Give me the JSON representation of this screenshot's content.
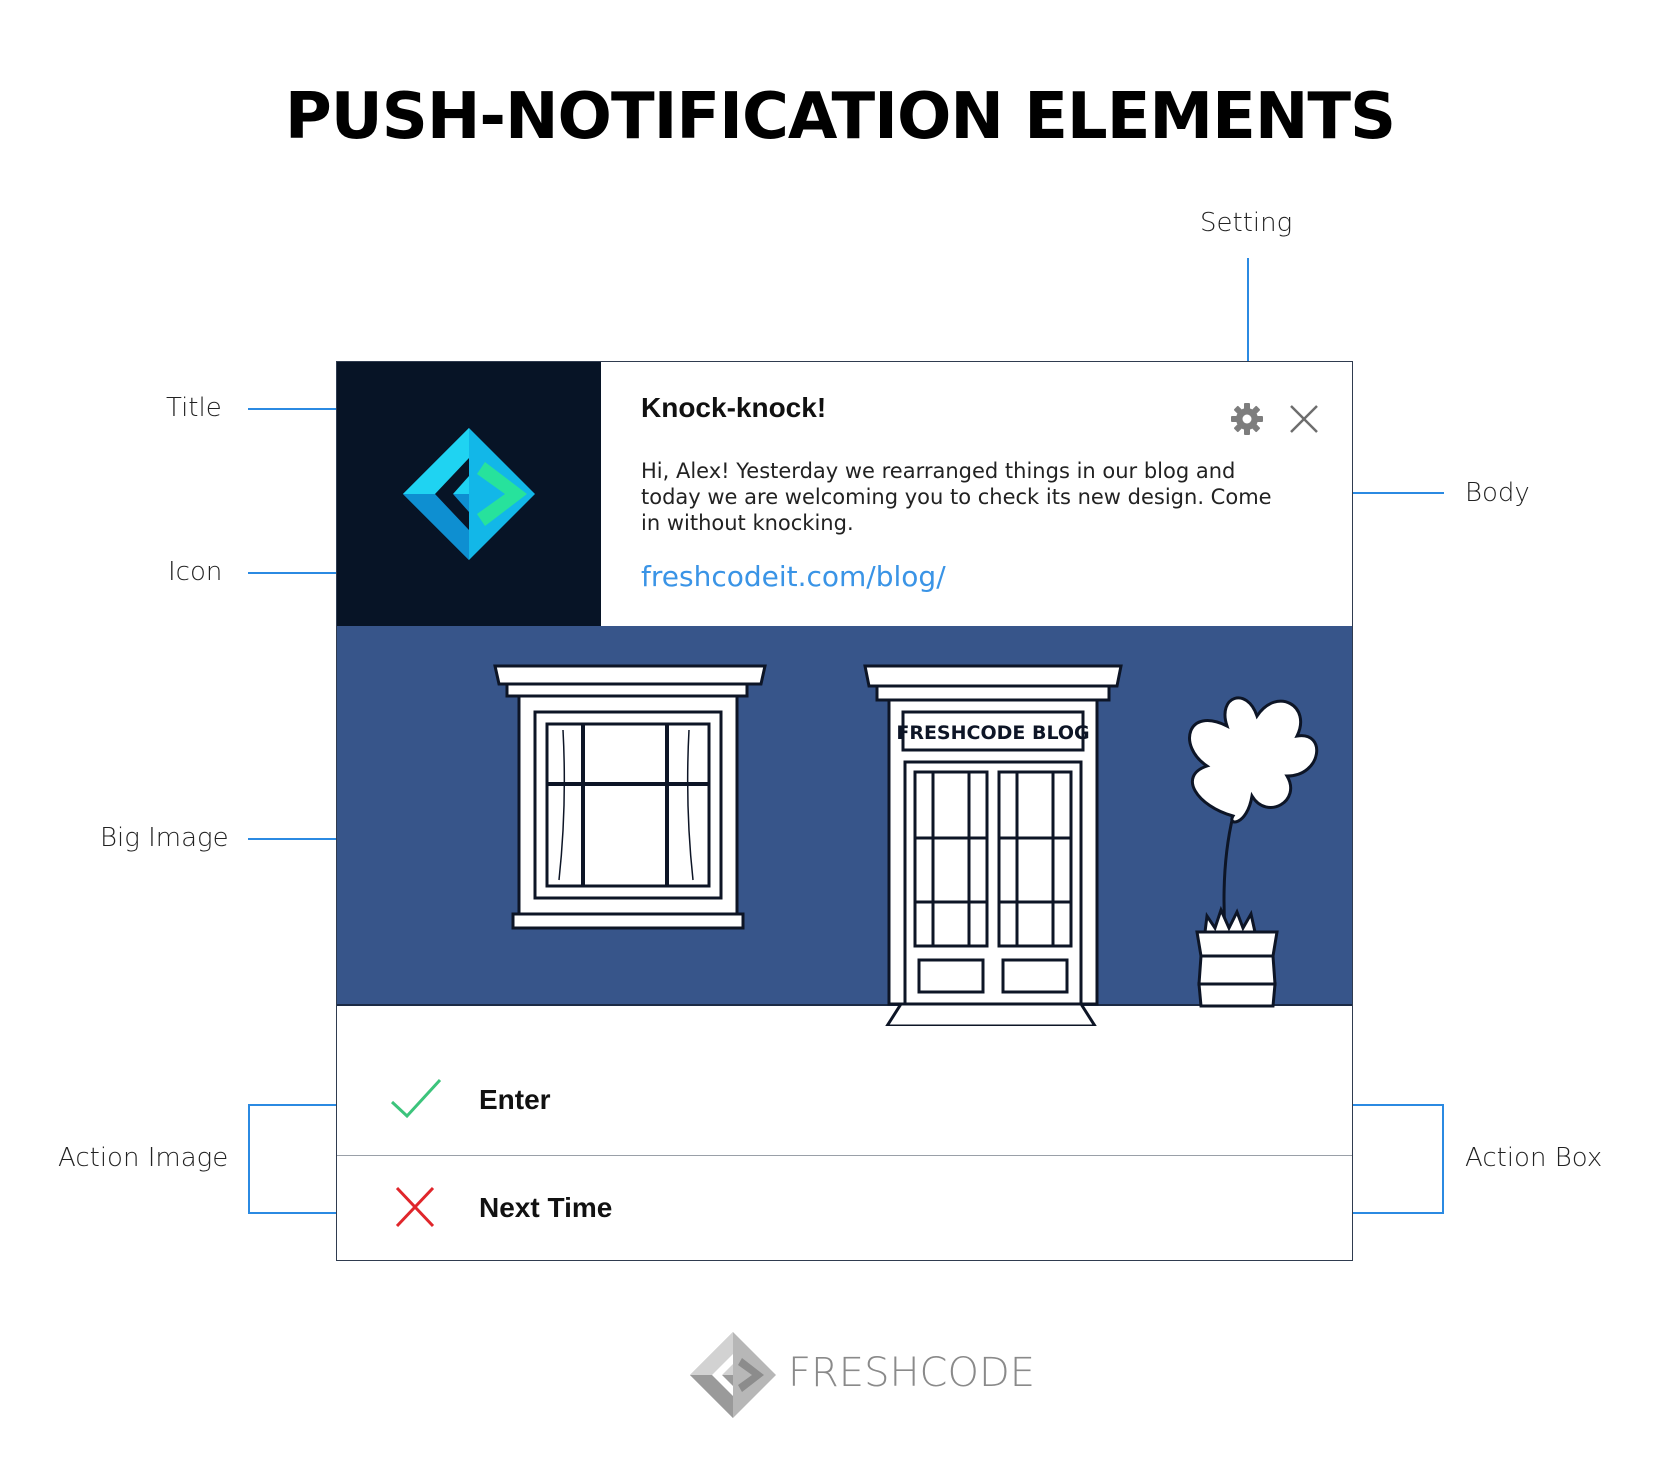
{
  "heading": "PUSH-NOTIFICATION ELEMENTS",
  "callouts": {
    "setting": "Setting",
    "title": "Title",
    "icon": "Icon",
    "body": "Body",
    "big_image": "Big Image",
    "action_image": "Action Image",
    "action_box": "Action Box"
  },
  "notification": {
    "title": "Knock-knock!",
    "body": "Hi, Alex! Yesterday we rearranged things in our blog and today we are welcoming you to check its new design. Come in without knocking.",
    "link": "freshcodeit.com/blog/",
    "sign_text": "FRESHCODE BLOG",
    "actions": [
      {
        "label": "Enter",
        "icon": "check-icon"
      },
      {
        "label": "Next Time",
        "icon": "cross-icon"
      }
    ]
  },
  "colors": {
    "icon_bg": "#071426",
    "image_bg": "#37558a",
    "accent_line": "#2b8ae2",
    "link": "#3a94e6",
    "check": "#3cc47c",
    "cross": "#e0262b"
  },
  "footer": {
    "brand": "FRESHCODE"
  }
}
